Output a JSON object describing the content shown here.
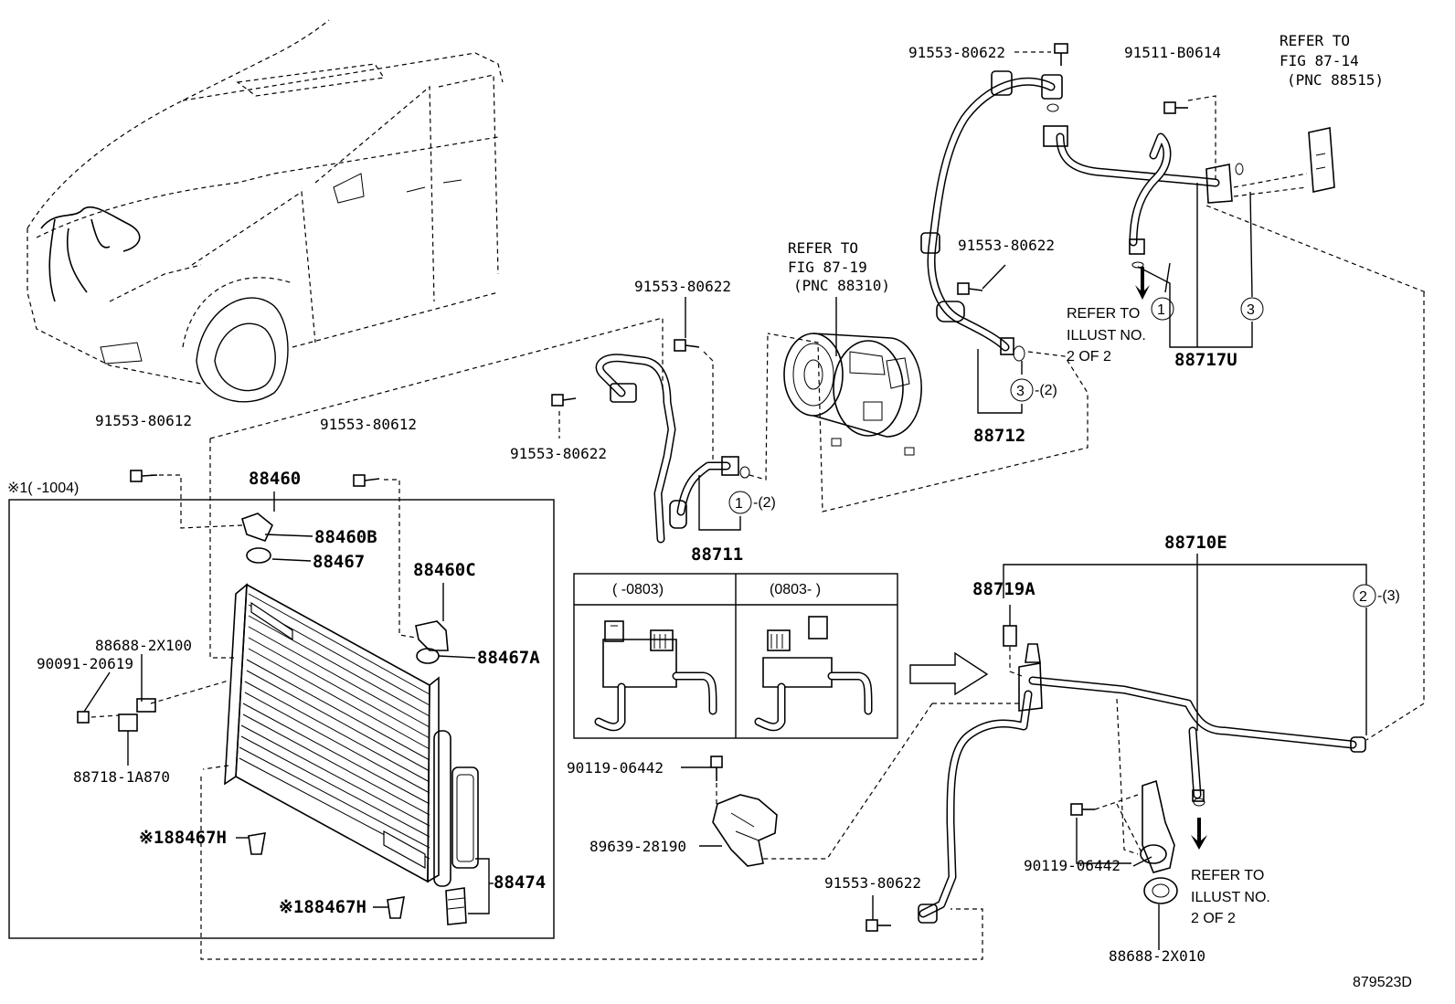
{
  "labels": {
    "p91553_80622_top": "91553-80622",
    "p91511_b0614": "91511-B0614",
    "refer_87_14_a": "REFER TO",
    "refer_87_14_b": "FIG 87-14",
    "refer_87_14_c": "(PNC 88515)",
    "refer_87_19_a": "REFER TO",
    "refer_87_19_b": "FIG 87-19",
    "refer_87_19_c": "(PNC 88310)",
    "p91553_80622_mid": "91553-80622",
    "p91553_80622_left": "91553-80622",
    "p91553_80622_left2": "91553-80622",
    "refer_illust_a1": "REFER TO",
    "refer_illust_a2": "ILLUST NO.",
    "refer_illust_a3": "2 OF 2",
    "p88717u": "88717U",
    "p88712": "88712",
    "p88711": "88711",
    "circle1_a": "1",
    "circle3_a": "3",
    "circle3_b": "3",
    "circle1_b": "1",
    "circle2": "2",
    "sub_2a": "-(2)",
    "sub_2b": "-(2)",
    "sub_3": "-(3)",
    "p91553_80612_a": "91553-80612",
    "p91553_80612_b": "91553-80612",
    "p88460": "88460",
    "note_1004": "※1(    -1004)",
    "p88460b": "88460B",
    "p88467": "88467",
    "p88460c": "88460C",
    "p88467a": "88467A",
    "p88688_2x100": "88688-2X100",
    "p90091_20619": "90091-20619",
    "p88718_1a870": "88718-1A870",
    "p88467h_a": "※188467H",
    "p88467h_b": "※188467H",
    "p88474": "88474",
    "inset_left": "(      -0803)",
    "inset_right": "(0803-         )",
    "p88710e": "88710E",
    "p88719a": "88719A",
    "p90119_06442_a": "90119-06442",
    "p89639_28190": "89639-28190",
    "p91553_80622_bot": "91553-80622",
    "p90119_06442_b": "90119-06442",
    "refer_illust_b1": "REFER TO",
    "refer_illust_b2": "ILLUST NO.",
    "refer_illust_b3": "2 OF 2",
    "p88688_2x010": "88688-2X010",
    "fig_code": "879523D"
  }
}
